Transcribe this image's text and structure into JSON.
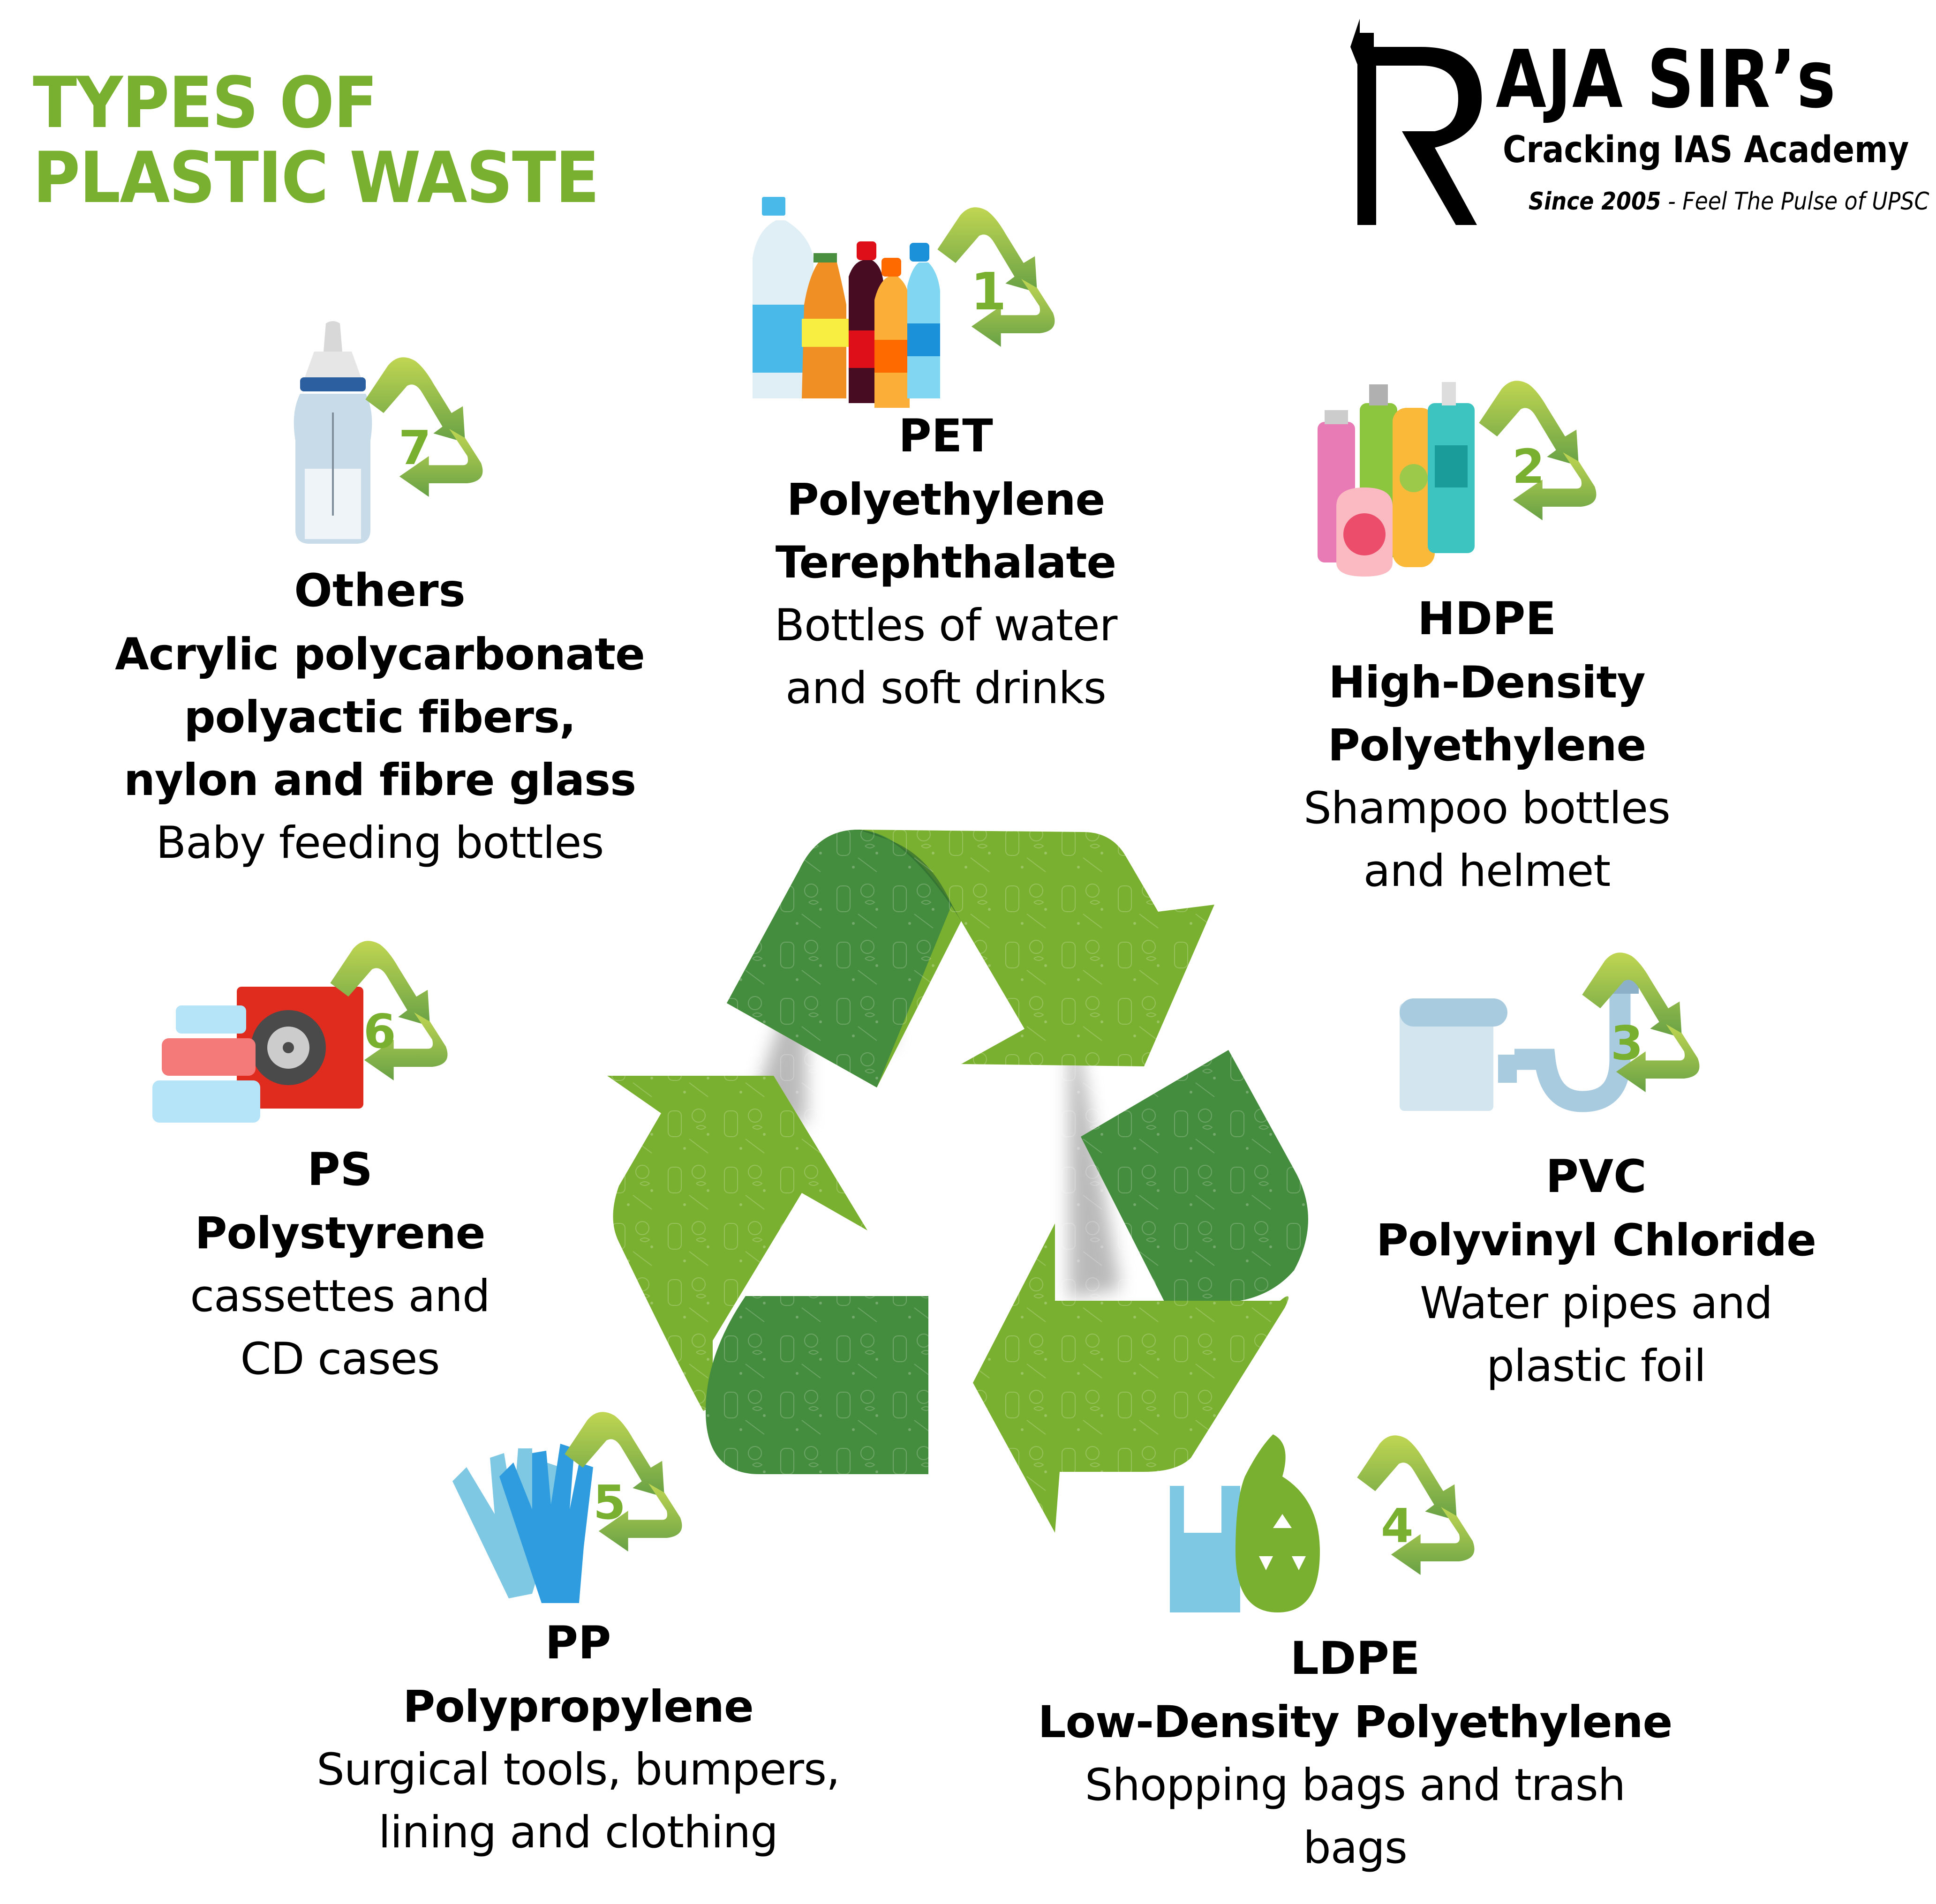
{
  "title": {
    "line1": "TYPES OF",
    "line2": "PLASTIC WASTE",
    "color": "#7ab02f"
  },
  "logo": {
    "brand": "AJA SIR’s",
    "subtitle": "Cracking IAS Academy",
    "tagline_bold": "Since 2005",
    "tagline_rest": " - Feel The Pulse of UPSC"
  },
  "colors": {
    "light_green": "#7ab02f",
    "dark_green": "#458d3e",
    "arrow_top": "#bdd54f",
    "arrow_bottom": "#6aa444",
    "shadow": "#b3b3b3"
  },
  "plastics": [
    {
      "number": "1",
      "code": "PET",
      "name_lines": [
        "Polyethylene",
        "Terephthalate"
      ],
      "use_lines": [
        "Bottles of water",
        "and soft drinks"
      ],
      "icon": "soda-bottles-icon"
    },
    {
      "number": "2",
      "code": "HDPE",
      "name_lines": [
        "High-Density",
        "Polyethylene"
      ],
      "use_lines": [
        "Shampoo bottles",
        "and helmet"
      ],
      "icon": "shampoo-bottles-icon"
    },
    {
      "number": "3",
      "code": "PVC",
      "name_lines": [
        "Polyvinyl Chloride"
      ],
      "use_lines": [
        "Water pipes and",
        "plastic foil"
      ],
      "icon": "pipe-and-foil-icon"
    },
    {
      "number": "4",
      "code": "LDPE",
      "name_lines": [
        "Low-Density Polyethylene"
      ],
      "use_lines": [
        "Shopping bags and trash",
        "bags"
      ],
      "icon": "plastic-bags-icon"
    },
    {
      "number": "5",
      "code": "PP",
      "name_lines": [
        "Polypropylene"
      ],
      "use_lines": [
        "Surgical tools, bumpers,",
        "lining and clothing"
      ],
      "icon": "gloves-icon"
    },
    {
      "number": "6",
      "code": "PS",
      "name_lines": [
        "Polystyrene"
      ],
      "use_lines": [
        "cassettes and",
        "CD cases"
      ],
      "icon": "containers-and-cd-icon"
    },
    {
      "number": "7",
      "code": "Others",
      "name_lines": [
        "Acrylic polycarbonate",
        "polyactic fibers,",
        "nylon and fibre glass"
      ],
      "use_lines": [
        "Baby feeding bottles"
      ],
      "icon": "baby-bottle-icon"
    }
  ]
}
